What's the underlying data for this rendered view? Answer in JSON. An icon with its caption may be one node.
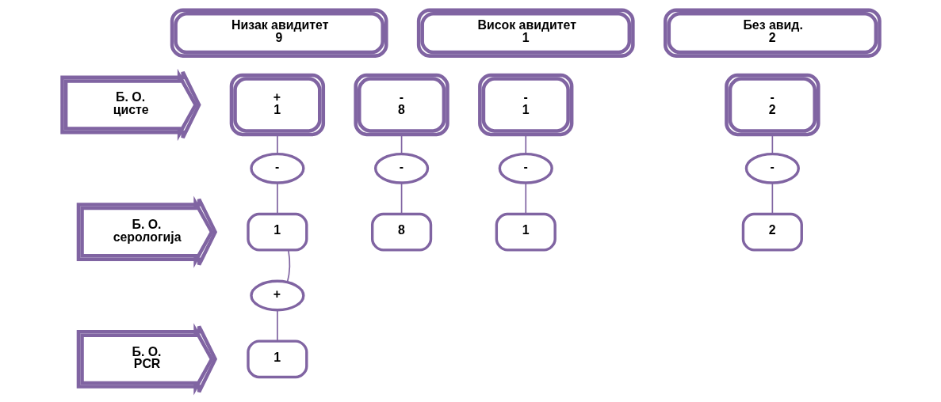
{
  "diagram": {
    "nodes": [
      {
        "text": [
          "Низак авидитет",
          "9"
        ]
      },
      {
        "text": [
          "Висок авидитет",
          "1"
        ]
      },
      {
        "text": [
          "Без авид.",
          "2"
        ]
      },
      {
        "text": [
          "Б. О.",
          "цисте"
        ]
      },
      {
        "text": [
          "+",
          "1"
        ]
      },
      {
        "text": [
          "-",
          "8"
        ]
      },
      {
        "text": [
          "-",
          "1"
        ]
      },
      {
        "text": [
          "-",
          "2"
        ]
      },
      {
        "text": [
          "-"
        ]
      },
      {
        "text": [
          "-"
        ]
      },
      {
        "text": [
          "-"
        ]
      },
      {
        "text": [
          "-"
        ]
      },
      {
        "text": [
          "Б. О.",
          "серологија"
        ]
      },
      {
        "text": [
          "1"
        ]
      },
      {
        "text": [
          "8"
        ]
      },
      {
        "text": [
          "1"
        ]
      },
      {
        "text": [
          "2"
        ]
      },
      {
        "text": [
          "+"
        ]
      },
      {
        "text": [
          "Б. О.",
          "PCR"
        ]
      },
      {
        "text": [
          "1"
        ]
      }
    ],
    "edges": [
      {
        "from": 4,
        "to": 8,
        "arrow": "none"
      },
      {
        "from": 5,
        "to": 9,
        "arrow": "none"
      },
      {
        "from": 6,
        "to": 10,
        "arrow": "none"
      },
      {
        "from": 7,
        "to": 11,
        "arrow": "none"
      },
      {
        "from": 8,
        "to": 13,
        "arrow": "none"
      },
      {
        "from": 9,
        "to": 14,
        "arrow": "none"
      },
      {
        "from": 10,
        "to": 15,
        "arrow": "none"
      },
      {
        "from": 11,
        "to": 16,
        "arrow": "none"
      },
      {
        "from": 13,
        "to": 17,
        "arrow": "none"
      },
      {
        "from": 17,
        "to": 19,
        "arrow": "none"
      }
    ]
  }
}
